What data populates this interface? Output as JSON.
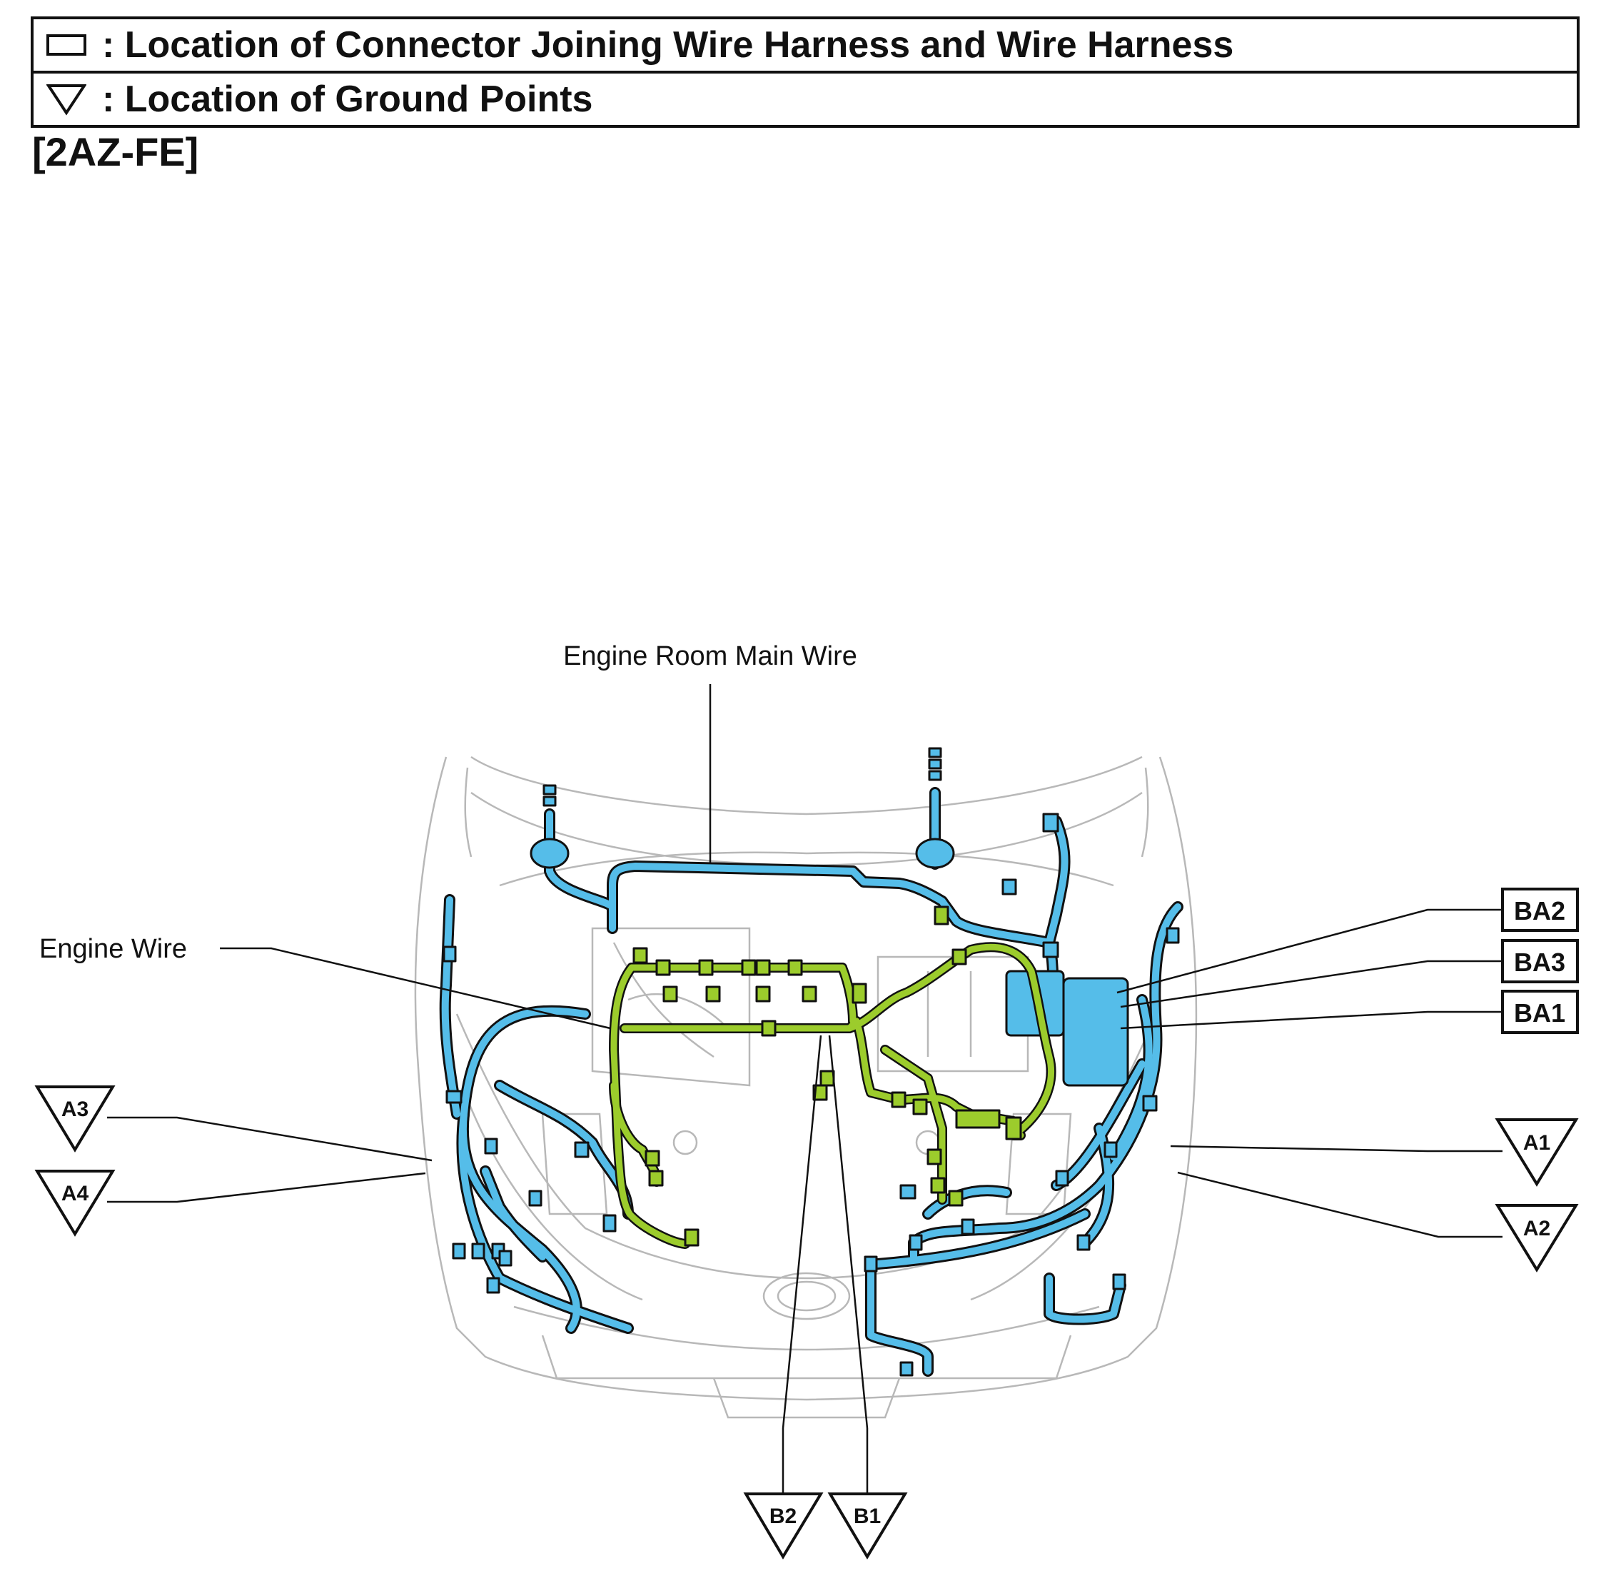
{
  "legend": {
    "connector_label": ": Location of Connector Joining Wire Harness and Wire Harness",
    "ground_label": ": Location of Ground Points"
  },
  "engine_code": "[2AZ-FE]",
  "callouts": {
    "engine_room_main_wire": "Engine Room Main Wire",
    "engine_wire": "Engine Wire"
  },
  "connector_codes": [
    "BA2",
    "BA3",
    "BA1"
  ],
  "ground_points": [
    "A3",
    "A4",
    "A1",
    "A2",
    "B2",
    "B1"
  ],
  "colors": {
    "engine_room_main_wire": "#55bde9",
    "engine_wire": "#9ccc2c",
    "outline": "#111111",
    "body_line": "#b8b8b8"
  }
}
